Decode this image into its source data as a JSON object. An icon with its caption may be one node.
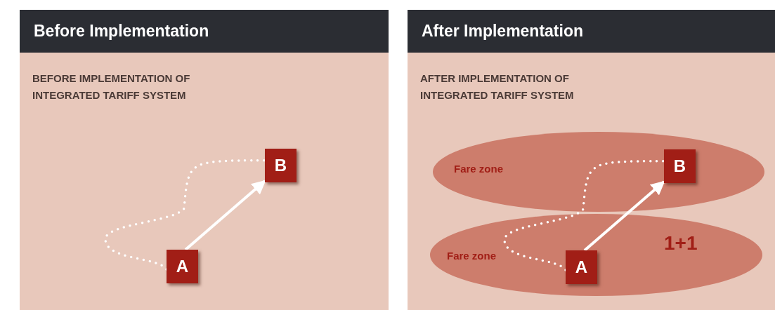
{
  "diagram": {
    "nodes": [
      {
        "text": [
          "Before Implementation",
          "BEFORE IMPLEMENTATION OF INTEGRATED TARIFF SYSTEM"
        ]
      },
      {
        "text": [
          "A"
        ],
        "in": 0
      },
      {
        "text": [
          "B"
        ],
        "in": 0
      },
      {
        "text": [
          "After Implementation",
          "AFTER IMPLEMENTATION OF INTEGRATED TARIFF SYSTEM"
        ]
      },
      {
        "text": [
          "Fare zone"
        ],
        "in": 3
      },
      {
        "text": [
          "B"
        ],
        "in": 4
      },
      {
        "text": [
          "Fare zone",
          "1+1"
        ],
        "in": 3
      },
      {
        "text": [
          "A"
        ],
        "in": 6
      }
    ],
    "edges": [
      {
        "from": 1,
        "to": 2,
        "arrow": "to"
      },
      {
        "from": 1,
        "to": 2,
        "arrow": "none",
        "style": "dashed"
      },
      {
        "from": 7,
        "to": 5,
        "arrow": "to"
      },
      {
        "from": 7,
        "to": 5,
        "arrow": "none",
        "style": "dashed"
      }
    ]
  }
}
